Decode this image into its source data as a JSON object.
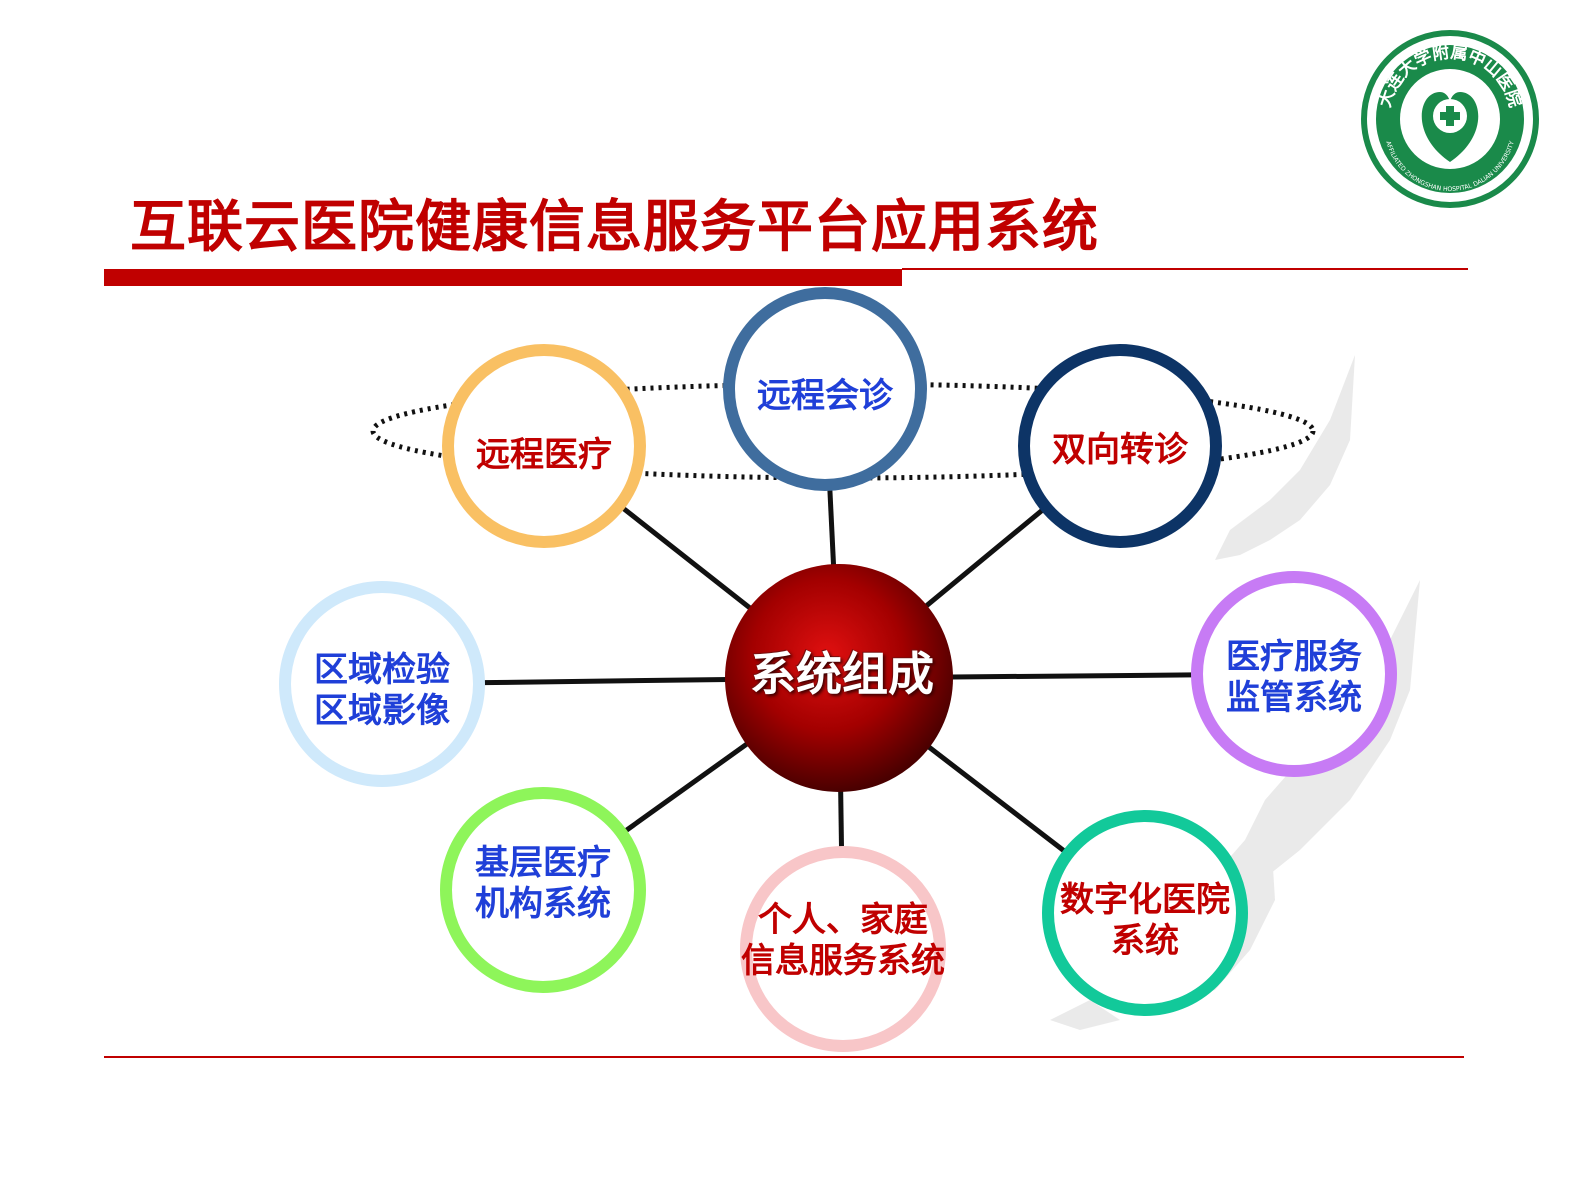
{
  "title": "互联云医院健康信息服务平台应用系统",
  "logo": {
    "text_top": "大连大学附属中山医院",
    "text_bottom": "AFFILIATED ZHONGSHAN HOSPITAL DALIAN UNIVERSITY",
    "color": "#1a8a4a"
  },
  "diagram": {
    "center": {
      "label": "系统组成",
      "color": "#b30000"
    },
    "nodes": [
      {
        "id": "remote-medical",
        "lines": [
          "远程医疗"
        ],
        "ring_color": "#f9c063",
        "text_color": "#c00000"
      },
      {
        "id": "remote-consultation",
        "lines": [
          "远程会诊"
        ],
        "ring_color": "#3f6d9e",
        "text_color": "#1f3fd8"
      },
      {
        "id": "two-way-referral",
        "lines": [
          "双向转诊"
        ],
        "ring_color": "#0d3466",
        "text_color": "#c00000"
      },
      {
        "id": "medical-supervision",
        "lines": [
          "医疗服务",
          "监管系统"
        ],
        "ring_color": "#c77bf5",
        "text_color": "#1f3fd8"
      },
      {
        "id": "digital-hospital",
        "lines": [
          "数字化医院",
          "系统"
        ],
        "ring_color": "#12c99a",
        "text_color": "#c00000"
      },
      {
        "id": "personal-family",
        "lines": [
          "个人、家庭",
          "信息服务系统"
        ],
        "ring_color": "#f8c6c8",
        "text_color": "#c00000"
      },
      {
        "id": "primary-care",
        "lines": [
          "基层医疗",
          "机构系统"
        ],
        "ring_color": "#8ef55a",
        "text_color": "#1f3fd8"
      },
      {
        "id": "regional-lab-imaging",
        "lines": [
          "区域检验",
          "区域影像"
        ],
        "ring_color": "#cfe9fb",
        "text_color": "#1f3fd8"
      }
    ]
  }
}
